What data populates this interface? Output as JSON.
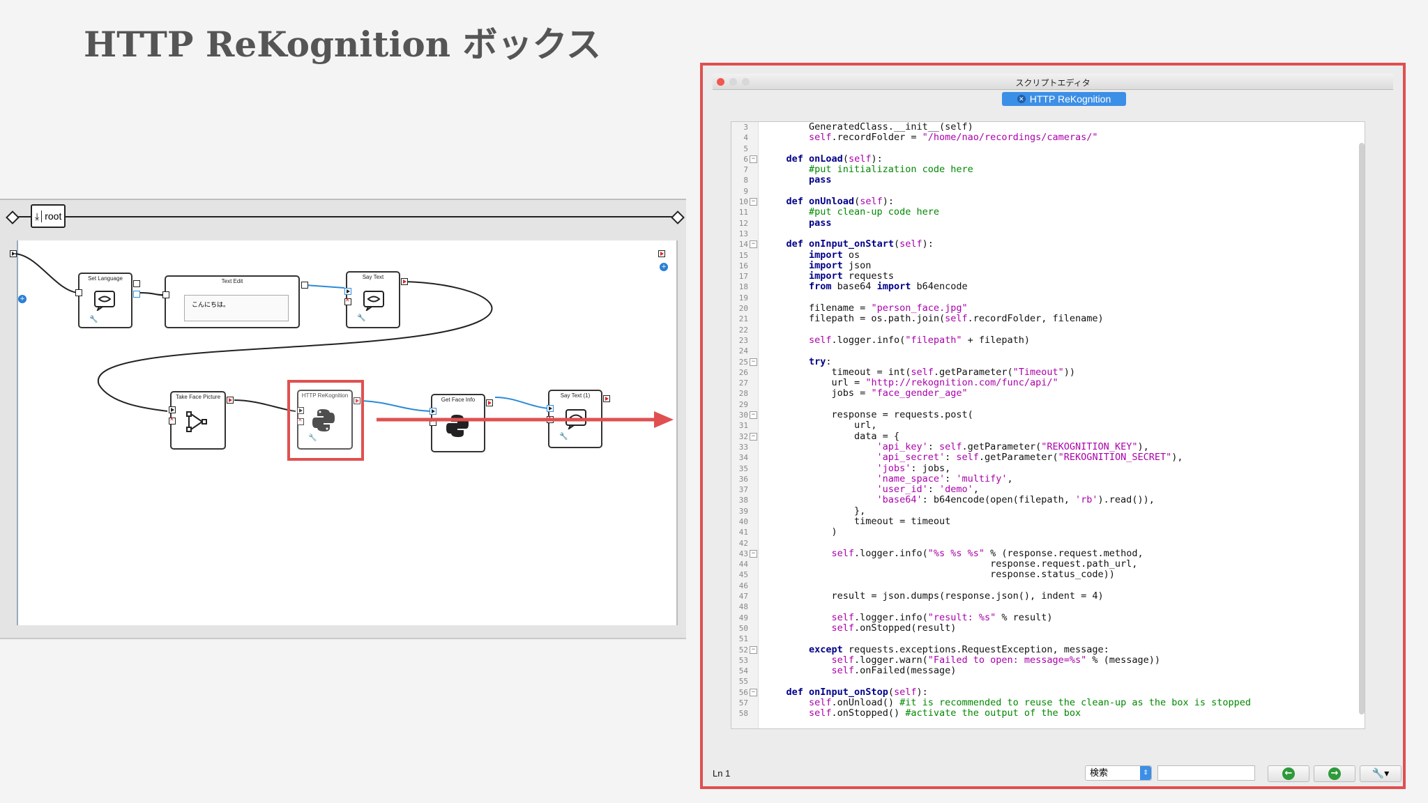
{
  "slide": {
    "title": "HTTP ReKognition ボックス"
  },
  "choregraphe": {
    "root_label": "root",
    "boxes": {
      "set_language": "Set Language",
      "text_edit": "Text Edit",
      "text_edit_value": "こんにちは。",
      "say_text": "Say Text",
      "take_face_picture": "Take Face Picture",
      "http_rekognition": "HTTP ReKognition",
      "get_face_info": "Get Face Info",
      "say_text_1": "Say Text (1)"
    }
  },
  "editor": {
    "window_title": "スクリプトエディタ",
    "tab_label": "HTTP ReKognition",
    "status_line": "Ln 1",
    "search_label": "検索",
    "lines": [
      {
        "n": "3",
        "fold": false,
        "parts": [
          [
            "",
            "        GeneratedClass.__init__(self)"
          ]
        ]
      },
      {
        "n": "4",
        "fold": false,
        "parts": [
          [
            "s",
            "        self"
          ],
          [
            "",
            ".recordFolder = "
          ],
          [
            "t",
            "\"/home/nao/recordings/cameras/\""
          ]
        ]
      },
      {
        "n": "5",
        "fold": false,
        "parts": [
          [
            "",
            ""
          ]
        ]
      },
      {
        "n": "6",
        "fold": true,
        "parts": [
          [
            "k",
            "    def "
          ],
          [
            "k",
            "onLoad"
          ],
          [
            "",
            "("
          ],
          [
            "s",
            "self"
          ],
          [
            "",
            "):"
          ]
        ]
      },
      {
        "n": "7",
        "fold": false,
        "parts": [
          [
            "c",
            "        #put initialization code here"
          ]
        ]
      },
      {
        "n": "8",
        "fold": false,
        "parts": [
          [
            "k",
            "        pass"
          ]
        ]
      },
      {
        "n": "9",
        "fold": false,
        "parts": [
          [
            "",
            ""
          ]
        ]
      },
      {
        "n": "10",
        "fold": true,
        "parts": [
          [
            "k",
            "    def "
          ],
          [
            "k",
            "onUnload"
          ],
          [
            "",
            "("
          ],
          [
            "s",
            "self"
          ],
          [
            "",
            "):"
          ]
        ]
      },
      {
        "n": "11",
        "fold": false,
        "parts": [
          [
            "c",
            "        #put clean-up code here"
          ]
        ]
      },
      {
        "n": "12",
        "fold": false,
        "parts": [
          [
            "k",
            "        pass"
          ]
        ]
      },
      {
        "n": "13",
        "fold": false,
        "parts": [
          [
            "",
            ""
          ]
        ]
      },
      {
        "n": "14",
        "fold": true,
        "parts": [
          [
            "k",
            "    def "
          ],
          [
            "k",
            "onInput_onStart"
          ],
          [
            "",
            "("
          ],
          [
            "s",
            "self"
          ],
          [
            "",
            "):"
          ]
        ]
      },
      {
        "n": "15",
        "fold": false,
        "parts": [
          [
            "k",
            "        import "
          ],
          [
            "",
            "os"
          ]
        ]
      },
      {
        "n": "16",
        "fold": false,
        "parts": [
          [
            "k",
            "        import "
          ],
          [
            "",
            "json"
          ]
        ]
      },
      {
        "n": "17",
        "fold": false,
        "parts": [
          [
            "k",
            "        import "
          ],
          [
            "",
            "requests"
          ]
        ]
      },
      {
        "n": "18",
        "fold": false,
        "parts": [
          [
            "k",
            "        from "
          ],
          [
            "",
            "base64 "
          ],
          [
            "k",
            "import "
          ],
          [
            "",
            "b64encode"
          ]
        ]
      },
      {
        "n": "19",
        "fold": false,
        "parts": [
          [
            "",
            ""
          ]
        ]
      },
      {
        "n": "20",
        "fold": false,
        "parts": [
          [
            "",
            "        filename = "
          ],
          [
            "t",
            "\"person_face.jpg\""
          ]
        ]
      },
      {
        "n": "21",
        "fold": false,
        "parts": [
          [
            "",
            "        filepath = os.path.join("
          ],
          [
            "s",
            "self"
          ],
          [
            "",
            ".recordFolder, filename)"
          ]
        ]
      },
      {
        "n": "22",
        "fold": false,
        "parts": [
          [
            "",
            ""
          ]
        ]
      },
      {
        "n": "23",
        "fold": false,
        "parts": [
          [
            "s",
            "        self"
          ],
          [
            "",
            ".logger.info("
          ],
          [
            "t",
            "\"filepath\""
          ],
          [
            "",
            " + filepath)"
          ]
        ]
      },
      {
        "n": "24",
        "fold": false,
        "parts": [
          [
            "",
            ""
          ]
        ]
      },
      {
        "n": "25",
        "fold": true,
        "parts": [
          [
            "k",
            "        try"
          ],
          [
            "",
            ":"
          ]
        ]
      },
      {
        "n": "26",
        "fold": false,
        "parts": [
          [
            "",
            "            timeout = int("
          ],
          [
            "s",
            "self"
          ],
          [
            "",
            ".getParameter("
          ],
          [
            "t",
            "\"Timeout\""
          ],
          [
            "",
            "))"
          ]
        ]
      },
      {
        "n": "27",
        "fold": false,
        "parts": [
          [
            "",
            "            url = "
          ],
          [
            "t",
            "\"http://rekognition.com/func/api/\""
          ]
        ]
      },
      {
        "n": "28",
        "fold": false,
        "parts": [
          [
            "",
            "            jobs = "
          ],
          [
            "t",
            "\"face_gender_age\""
          ]
        ]
      },
      {
        "n": "29",
        "fold": false,
        "parts": [
          [
            "",
            ""
          ]
        ]
      },
      {
        "n": "30",
        "fold": true,
        "parts": [
          [
            "",
            "            response = requests.post("
          ]
        ]
      },
      {
        "n": "31",
        "fold": false,
        "parts": [
          [
            "",
            "                url,"
          ]
        ]
      },
      {
        "n": "32",
        "fold": true,
        "parts": [
          [
            "",
            "                data = {"
          ]
        ]
      },
      {
        "n": "33",
        "fold": false,
        "parts": [
          [
            "t",
            "                    'api_key'"
          ],
          [
            "",
            ": "
          ],
          [
            "s",
            "self"
          ],
          [
            "",
            ".getParameter("
          ],
          [
            "t",
            "\"REKOGNITION_KEY\""
          ],
          [
            "",
            "),"
          ]
        ]
      },
      {
        "n": "34",
        "fold": false,
        "parts": [
          [
            "t",
            "                    'api_secret'"
          ],
          [
            "",
            ": "
          ],
          [
            "s",
            "self"
          ],
          [
            "",
            ".getParameter("
          ],
          [
            "t",
            "\"REKOGNITION_SECRET\""
          ],
          [
            "",
            "),"
          ]
        ]
      },
      {
        "n": "35",
        "fold": false,
        "parts": [
          [
            "t",
            "                    'jobs'"
          ],
          [
            "",
            ": jobs,"
          ]
        ]
      },
      {
        "n": "36",
        "fold": false,
        "parts": [
          [
            "t",
            "                    'name_space'"
          ],
          [
            "",
            ": "
          ],
          [
            "t",
            "'multify'"
          ],
          [
            "",
            ","
          ]
        ]
      },
      {
        "n": "37",
        "fold": false,
        "parts": [
          [
            "t",
            "                    'user_id'"
          ],
          [
            "",
            ": "
          ],
          [
            "t",
            "'demo'"
          ],
          [
            "",
            ","
          ]
        ]
      },
      {
        "n": "38",
        "fold": false,
        "parts": [
          [
            "t",
            "                    'base64'"
          ],
          [
            "",
            ": b64encode(open(filepath, "
          ],
          [
            "t",
            "'rb'"
          ],
          [
            "",
            ").read()),"
          ]
        ]
      },
      {
        "n": "39",
        "fold": false,
        "parts": [
          [
            "",
            "                },"
          ]
        ]
      },
      {
        "n": "40",
        "fold": false,
        "parts": [
          [
            "",
            "                timeout = timeout"
          ]
        ]
      },
      {
        "n": "41",
        "fold": false,
        "parts": [
          [
            "",
            "            )"
          ]
        ]
      },
      {
        "n": "42",
        "fold": false,
        "parts": [
          [
            "",
            ""
          ]
        ]
      },
      {
        "n": "43",
        "fold": true,
        "parts": [
          [
            "s",
            "            self"
          ],
          [
            "",
            ".logger.info("
          ],
          [
            "t",
            "\"%s %s %s\""
          ],
          [
            "",
            " % (response.request.method,"
          ]
        ]
      },
      {
        "n": "44",
        "fold": false,
        "parts": [
          [
            "",
            "                                        response.request.path_url,"
          ]
        ]
      },
      {
        "n": "45",
        "fold": false,
        "parts": [
          [
            "",
            "                                        response.status_code))"
          ]
        ]
      },
      {
        "n": "46",
        "fold": false,
        "parts": [
          [
            "",
            ""
          ]
        ]
      },
      {
        "n": "47",
        "fold": false,
        "parts": [
          [
            "",
            "            result = json.dumps(response.json(), indent = 4)"
          ]
        ]
      },
      {
        "n": "48",
        "fold": false,
        "parts": [
          [
            "",
            ""
          ]
        ]
      },
      {
        "n": "49",
        "fold": false,
        "parts": [
          [
            "s",
            "            self"
          ],
          [
            "",
            ".logger.info("
          ],
          [
            "t",
            "\"result: %s\""
          ],
          [
            "",
            " % result)"
          ]
        ]
      },
      {
        "n": "50",
        "fold": false,
        "parts": [
          [
            "s",
            "            self"
          ],
          [
            "",
            ".onStopped(result)"
          ]
        ]
      },
      {
        "n": "51",
        "fold": false,
        "parts": [
          [
            "",
            ""
          ]
        ]
      },
      {
        "n": "52",
        "fold": true,
        "parts": [
          [
            "k",
            "        except "
          ],
          [
            "",
            "requests.exceptions.RequestException, message:"
          ]
        ]
      },
      {
        "n": "53",
        "fold": false,
        "parts": [
          [
            "s",
            "            self"
          ],
          [
            "",
            ".logger.warn("
          ],
          [
            "t",
            "\"Failed to open: message=%s\""
          ],
          [
            "",
            " % (message))"
          ]
        ]
      },
      {
        "n": "54",
        "fold": false,
        "parts": [
          [
            "s",
            "            self"
          ],
          [
            "",
            ".onFailed(message)"
          ]
        ]
      },
      {
        "n": "55",
        "fold": false,
        "parts": [
          [
            "",
            ""
          ]
        ]
      },
      {
        "n": "56",
        "fold": true,
        "parts": [
          [
            "k",
            "    def "
          ],
          [
            "k",
            "onInput_onStop"
          ],
          [
            "",
            "("
          ],
          [
            "s",
            "self"
          ],
          [
            "",
            "):"
          ]
        ]
      },
      {
        "n": "57",
        "fold": false,
        "parts": [
          [
            "s",
            "        self"
          ],
          [
            "",
            ".onUnload() "
          ],
          [
            "c",
            "#it is recommended to reuse the clean-up as the box is stopped"
          ]
        ]
      },
      {
        "n": "58",
        "fold": false,
        "parts": [
          [
            "s",
            "        self"
          ],
          [
            "",
            ".onStopped() "
          ],
          [
            "c",
            "#activate the output of the box"
          ]
        ]
      }
    ]
  }
}
